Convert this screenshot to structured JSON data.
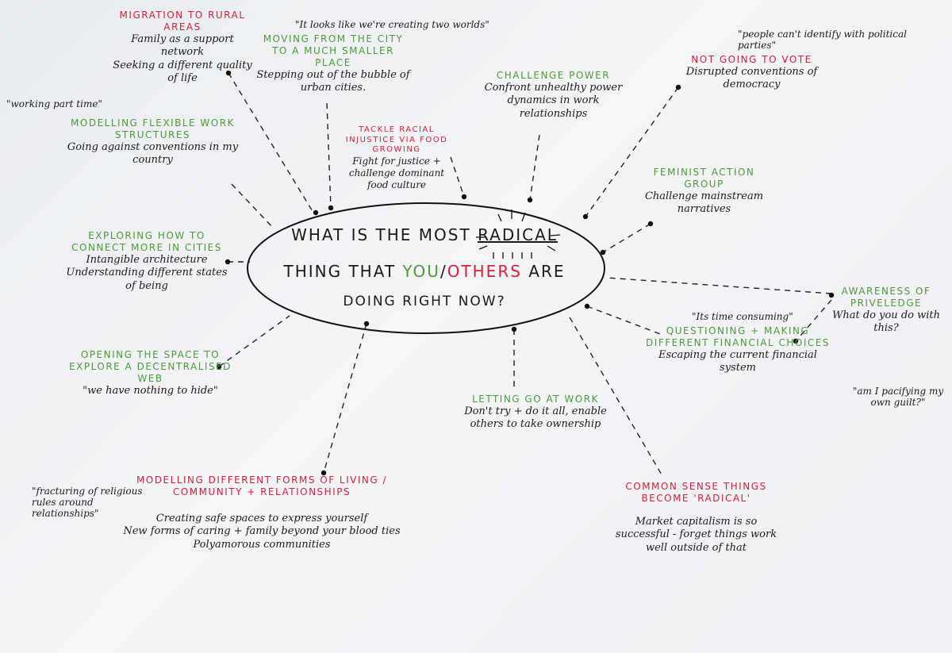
{
  "center": {
    "line1_a": "WHAT IS THE MOST",
    "line1_b": "RADICAL",
    "line2_a": "THING THAT",
    "line2_you": "YOU",
    "line2_slash": "/",
    "line2_others": "OTHERS",
    "line2_b": "ARE",
    "line3": "DOING RIGHT NOW?",
    "colors": {
      "you": "#4d9a3a",
      "others": "#d6203a",
      "ink": "#1a1a1a"
    }
  },
  "nodes": {
    "migration": {
      "title": "MIGRATION TO RURAL AREAS",
      "d1": "Family as a support network",
      "d2": "Seeking a different quality of life",
      "color": "red"
    },
    "moving_city": {
      "title": "MOVING FROM THE CITY TO A MUCH SMALLER PLACE",
      "d1": "Stepping out of the bubble of urban cities."
    },
    "challenge_power": {
      "title": "CHALLENGE POWER",
      "d1": "Confront unhealthy power dynamics in work relationships"
    },
    "tackle_racial": {
      "title": "TACKLE RACIAL INJUSTICE VIA FOOD GROWING",
      "d1": "Fight for justice + challenge dominant food culture"
    },
    "not_voting": {
      "title": "NOT GOING TO VOTE",
      "d1": "Disrupted conventions of democracy"
    },
    "flexible_work": {
      "title": "MODELLING FLEXIBLE WORK STRUCTURES",
      "d1": "Going against conventions in my country"
    },
    "feminist": {
      "title": "FEMINIST ACTION GROUP",
      "d1": "Challenge mainstream narratives"
    },
    "connect_cities": {
      "title": "EXPLORING HOW TO CONNECT MORE IN CITIES",
      "d1": "Intangible architecture",
      "d2": "Understanding different states of being"
    },
    "privilege": {
      "title": "AWARENESS OF PRIVELEDGE",
      "d1": "What do you do with this?"
    },
    "financial": {
      "title": "QUESTIONING + MAKING DIFFERENT FINANCIAL CHOICES",
      "d1": "Escaping the current financial system"
    },
    "decentralised": {
      "title": "OPENING THE SPACE TO EXPLORE A DECENTRALISED WEB",
      "d1": "\"we have nothing to hide\""
    },
    "letting_go": {
      "title": "LETTING GO AT WORK",
      "d1": "Don't try + do it all, enable others to take ownership"
    },
    "living_forms": {
      "title": "MODELLING DIFFERENT FORMS OF LIVING / COMMUNITY + RELATIONSHIPS",
      "d1": "Creating safe spaces to express yourself",
      "d2": "New forms of caring + family beyond your blood ties",
      "d3": "Polyamorous communities"
    },
    "common_sense": {
      "title": "COMMON SENSE THINGS BECOME 'RADICAL'",
      "d1": "Market capitalism is so successful - forget things work well outside of that"
    }
  },
  "quotes": {
    "two_worlds": "\"It looks like we're creating two worlds\"",
    "political_parties": "\"people can't identify with political parties\"",
    "part_time": "\"working part time\"",
    "time_consuming": "\"Its time consuming\"",
    "guilt": "\"am I pacifying my own guilt?\"",
    "religious": "\"fracturing of religious rules around relationships\""
  }
}
